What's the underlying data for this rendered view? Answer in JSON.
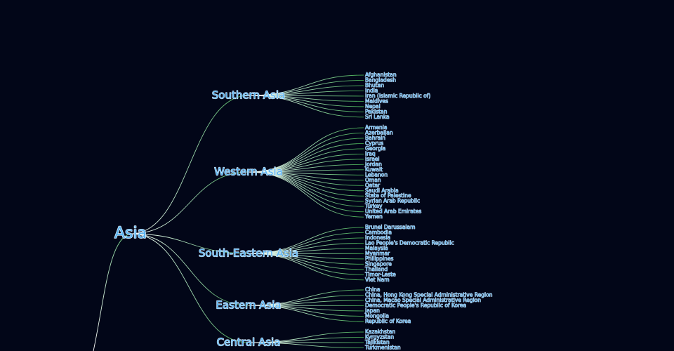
{
  "root_label": "Asia",
  "colors": {
    "background": "#020618",
    "text": "#5ab4f0",
    "link_start": "#ffffff",
    "link_end": "#3fa34d"
  },
  "regions": [
    {
      "name": "Southern Asia",
      "children": [
        "Afghanistan",
        "Bangladesh",
        "Bhutan",
        "India",
        "Iran (Islamic Republic of)",
        "Maldives",
        "Nepal",
        "Pakistan",
        "Sri Lanka"
      ]
    },
    {
      "name": "Western Asia",
      "children": [
        "Armenia",
        "Azerbaijan",
        "Bahrain",
        "Cyprus",
        "Georgia",
        "Iraq",
        "Israel",
        "Jordan",
        "Kuwait",
        "Lebanon",
        "Oman",
        "Qatar",
        "Saudi Arabia",
        "State of Palestine",
        "Syrian Arab Republic",
        "Turkey",
        "United Arab Emirates",
        "Yemen"
      ]
    },
    {
      "name": "South-Eastern Asia",
      "children": [
        "Brunei Darussalam",
        "Cambodia",
        "Indonesia",
        "Lao People's Democratic Republic",
        "Malaysia",
        "Myanmar",
        "Philippines",
        "Singapore",
        "Thailand",
        "Timor-Leste",
        "Viet Nam"
      ]
    },
    {
      "name": "Eastern Asia",
      "children": [
        "China",
        "China, Hong Kong Special Administrative Region",
        "China, Macao Special Administrative Region",
        "Democratic People's Republic of Korea",
        "Japan",
        "Mongolia",
        "Republic of Korea"
      ]
    },
    {
      "name": "Central Asia",
      "children": [
        "Kazakhstan",
        "Kyrgyzstan",
        "Tajikistan",
        "Turkmenistan"
      ]
    }
  ]
}
